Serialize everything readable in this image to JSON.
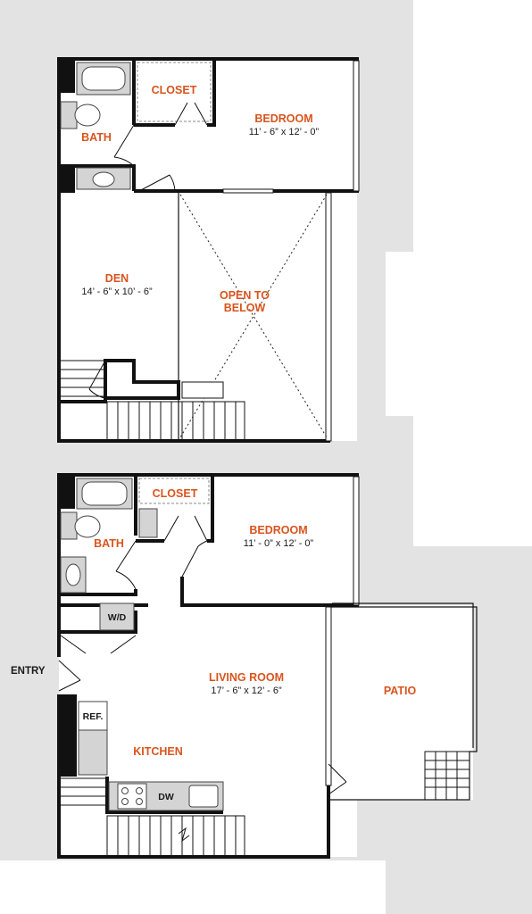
{
  "upper_floor": {
    "closet": {
      "name": "CLOSET"
    },
    "bedroom": {
      "name": "BEDROOM",
      "dims": "11’ - 6” x 12’ - 0”"
    },
    "bath": {
      "name": "BATH"
    },
    "den": {
      "name": "DEN",
      "dims": "14’ - 6” x 10’ - 6”"
    },
    "open_to_below": {
      "line1": "OPEN TO",
      "line2": "BELOW"
    }
  },
  "lower_floor": {
    "closet": {
      "name": "CLOSET"
    },
    "bedroom": {
      "name": "BEDROOM",
      "dims": "11’ - 0” x 12’ - 0”"
    },
    "bath": {
      "name": "BATH"
    },
    "washer_dryer": {
      "label": "W/D"
    },
    "entry": {
      "label": "ENTRY"
    },
    "living_room": {
      "name": "LIVING ROOM",
      "dims": "17’ - 6” x 12’ - 6”"
    },
    "patio": {
      "name": "PATIO"
    },
    "refrigerator": {
      "label": "REF."
    },
    "kitchen": {
      "name": "KITCHEN"
    },
    "dishwasher": {
      "label": "DW"
    }
  },
  "colors": {
    "background_gray": "#e3e3e3",
    "label_orange": "#d9541e",
    "wall_black": "#111111"
  }
}
